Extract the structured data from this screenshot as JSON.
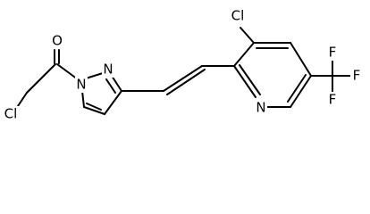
{
  "structure": {
    "atom_labels": {
      "ketone_oxygen": "O",
      "chloromethyl_chlorine": "Cl",
      "pyrazole_n1": "N",
      "pyrazole_n2": "N",
      "pyridine_nitrogen": "N",
      "pyridine_chlorine": "Cl",
      "fluorine_top": "F",
      "fluorine_right": "F",
      "fluorine_bottom": "F"
    }
  }
}
